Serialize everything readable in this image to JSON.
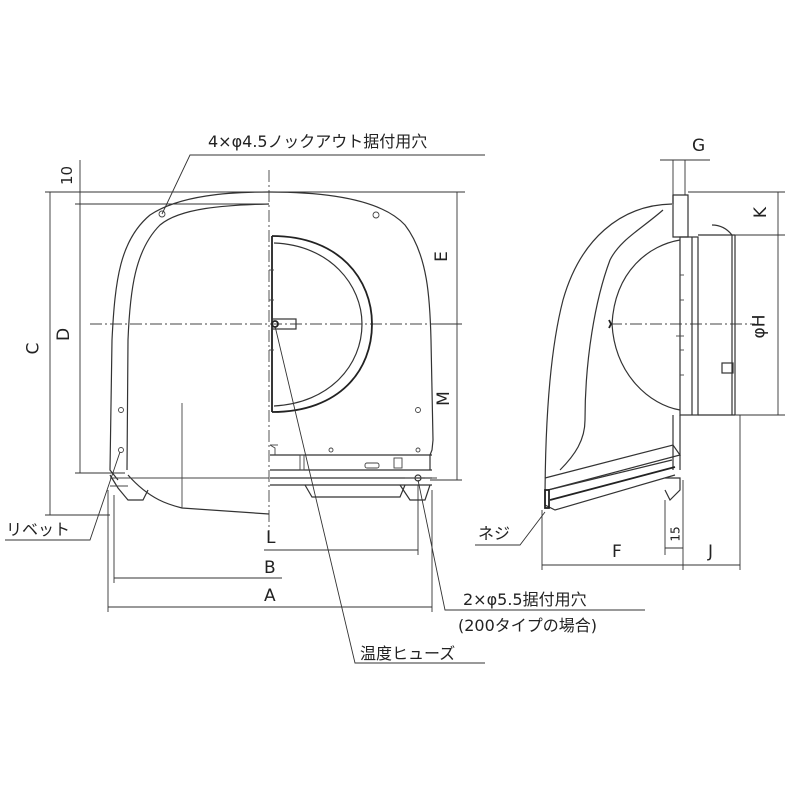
{
  "drawing": {
    "title": "Weather hood with fire damper — external dimension drawing",
    "front_view": {
      "callouts": {
        "knockout_holes": "4×φ4.5ノックアウト据付用穴",
        "rivet": "リベット",
        "mounting_holes": "2×φ5.5据付用穴",
        "mounting_holes_note": "(200タイプの場合)",
        "temperature_fuse": "温度ヒューズ"
      },
      "dimensions": {
        "A": "A",
        "B": "B",
        "C": "C",
        "D": "D",
        "E": "E",
        "L": "L",
        "M": "M",
        "offset_10": "10"
      }
    },
    "side_view": {
      "callouts": {
        "screw": "ネジ"
      },
      "dimensions": {
        "F": "F",
        "G": "G",
        "H": "φH",
        "J": "J",
        "K": "K",
        "offset_15": "15"
      }
    },
    "colors": {
      "line": "#333333",
      "background": "#ffffff"
    }
  }
}
